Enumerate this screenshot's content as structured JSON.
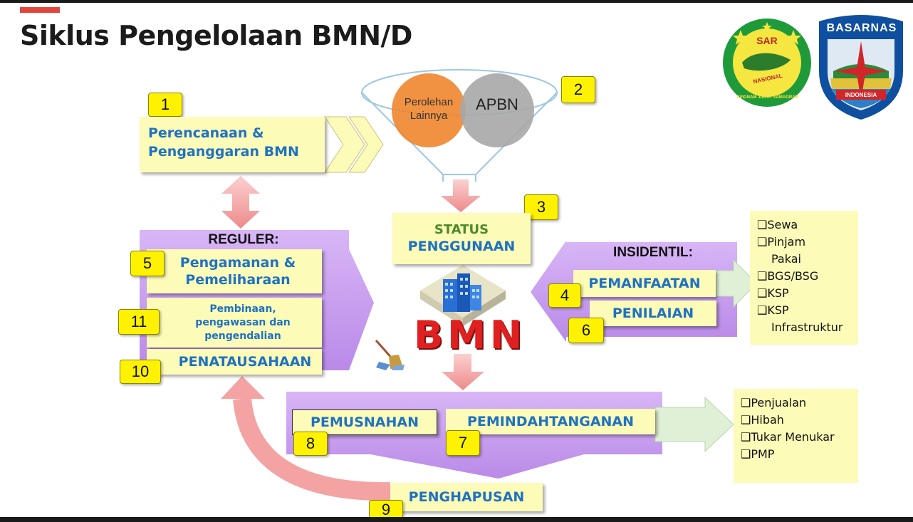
{
  "title": "Siklus Pengelolaan BMN/D",
  "logos": {
    "sar": {
      "top_text": "SAR",
      "middle_text": "NASIONAL",
      "ring_text": "AVIGNAM JAGAT SAMAGRAM"
    },
    "basarnas": {
      "top_text": "BASARNAS",
      "bottom_text": "INDONESIA"
    }
  },
  "steps": {
    "s1": {
      "number": "1",
      "label": "Perencanaan & Penganggaran BMN"
    },
    "s2": {
      "number": "2",
      "funnel_left": "Perolehan Lainnya",
      "funnel_right": "APBN"
    },
    "s3": {
      "number": "3",
      "line1": "STATUS",
      "line2": "PENGGUNAAN"
    },
    "s4": {
      "number": "4",
      "label": "PEMANFAATAN"
    },
    "s5": {
      "number": "5",
      "label": "Pengamanan & Pemeliharaan"
    },
    "s6": {
      "number": "6",
      "label": "PENILAIAN"
    },
    "s7": {
      "number": "7",
      "label": "PEMINDAHTANGANAN"
    },
    "s8": {
      "number": "8",
      "label": "PEMUSNAHAN"
    },
    "s9": {
      "number": "9",
      "label": "PENGHAPUSAN"
    },
    "s10": {
      "number": "10",
      "label": "PENATAUSAHAAN"
    },
    "s11": {
      "number": "11",
      "label": "Pembinaan, pengawasan dan pengendalian"
    }
  },
  "reguler_label": "REGULER:",
  "insidentil_label": "INSIDENTIL:",
  "bmn_label": "BMN",
  "pemanfaatan_options": [
    "❑Sewa",
    "❑Pinjam",
    "Pakai",
    "❑BGS/BSG",
    "❑KSP",
    "❑KSP",
    "Infrastruktur"
  ],
  "pemindahtanganan_options": [
    "❑Penjualan",
    "❑Hibah",
    "❑Tukar Menukar",
    "❑PMP"
  ],
  "colors": {
    "yellow_box": "#fdfbb8",
    "number_badge": "#fff200",
    "purple": "#c9a0ef",
    "blue_text": "#1f72c2",
    "green_text": "#4b8a2a",
    "pink_arrow": "#f4a3a3",
    "bmn_red": "#e02020"
  }
}
